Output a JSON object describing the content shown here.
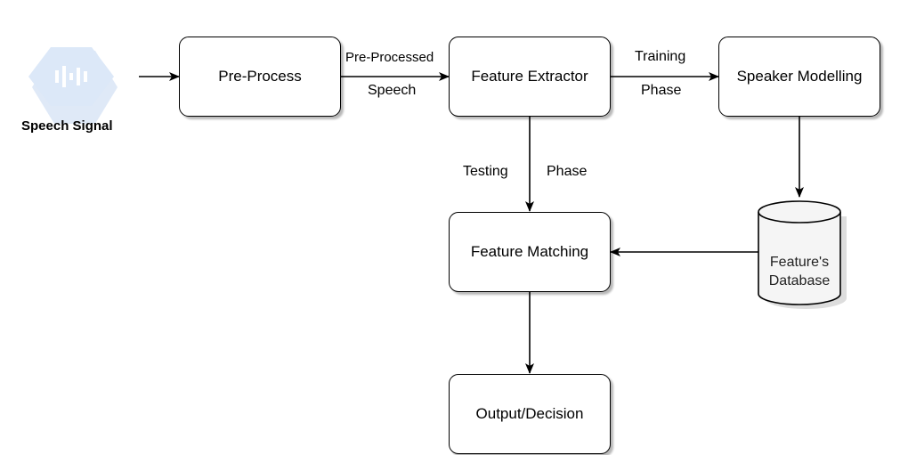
{
  "nodes": {
    "speech_signal": {
      "label": "Speech Signal",
      "icon": "speech-waveform-icon"
    },
    "pre_process": {
      "label": "Pre-Process"
    },
    "feature_extractor": {
      "label": "Feature Extractor"
    },
    "speaker_modelling": {
      "label": "Speaker Modelling"
    },
    "feature_matching": {
      "label": "Feature Matching"
    },
    "output_decision": {
      "label": "Output/Decision"
    },
    "database": {
      "line1": "Feature's",
      "line2": "Database"
    }
  },
  "edges": {
    "preprocessed_top": "Pre-Processed",
    "preprocessed_bottom": "Speech",
    "training_top": "Training",
    "training_bottom": "Phase",
    "testing_left": "Testing",
    "testing_right": "Phase"
  },
  "colors": {
    "icon_fill": "#dce8f8",
    "icon_shadow": "#c4d6ef",
    "icon_mark": "#ffffff",
    "cylinder_fill": "#f5f5f5"
  }
}
